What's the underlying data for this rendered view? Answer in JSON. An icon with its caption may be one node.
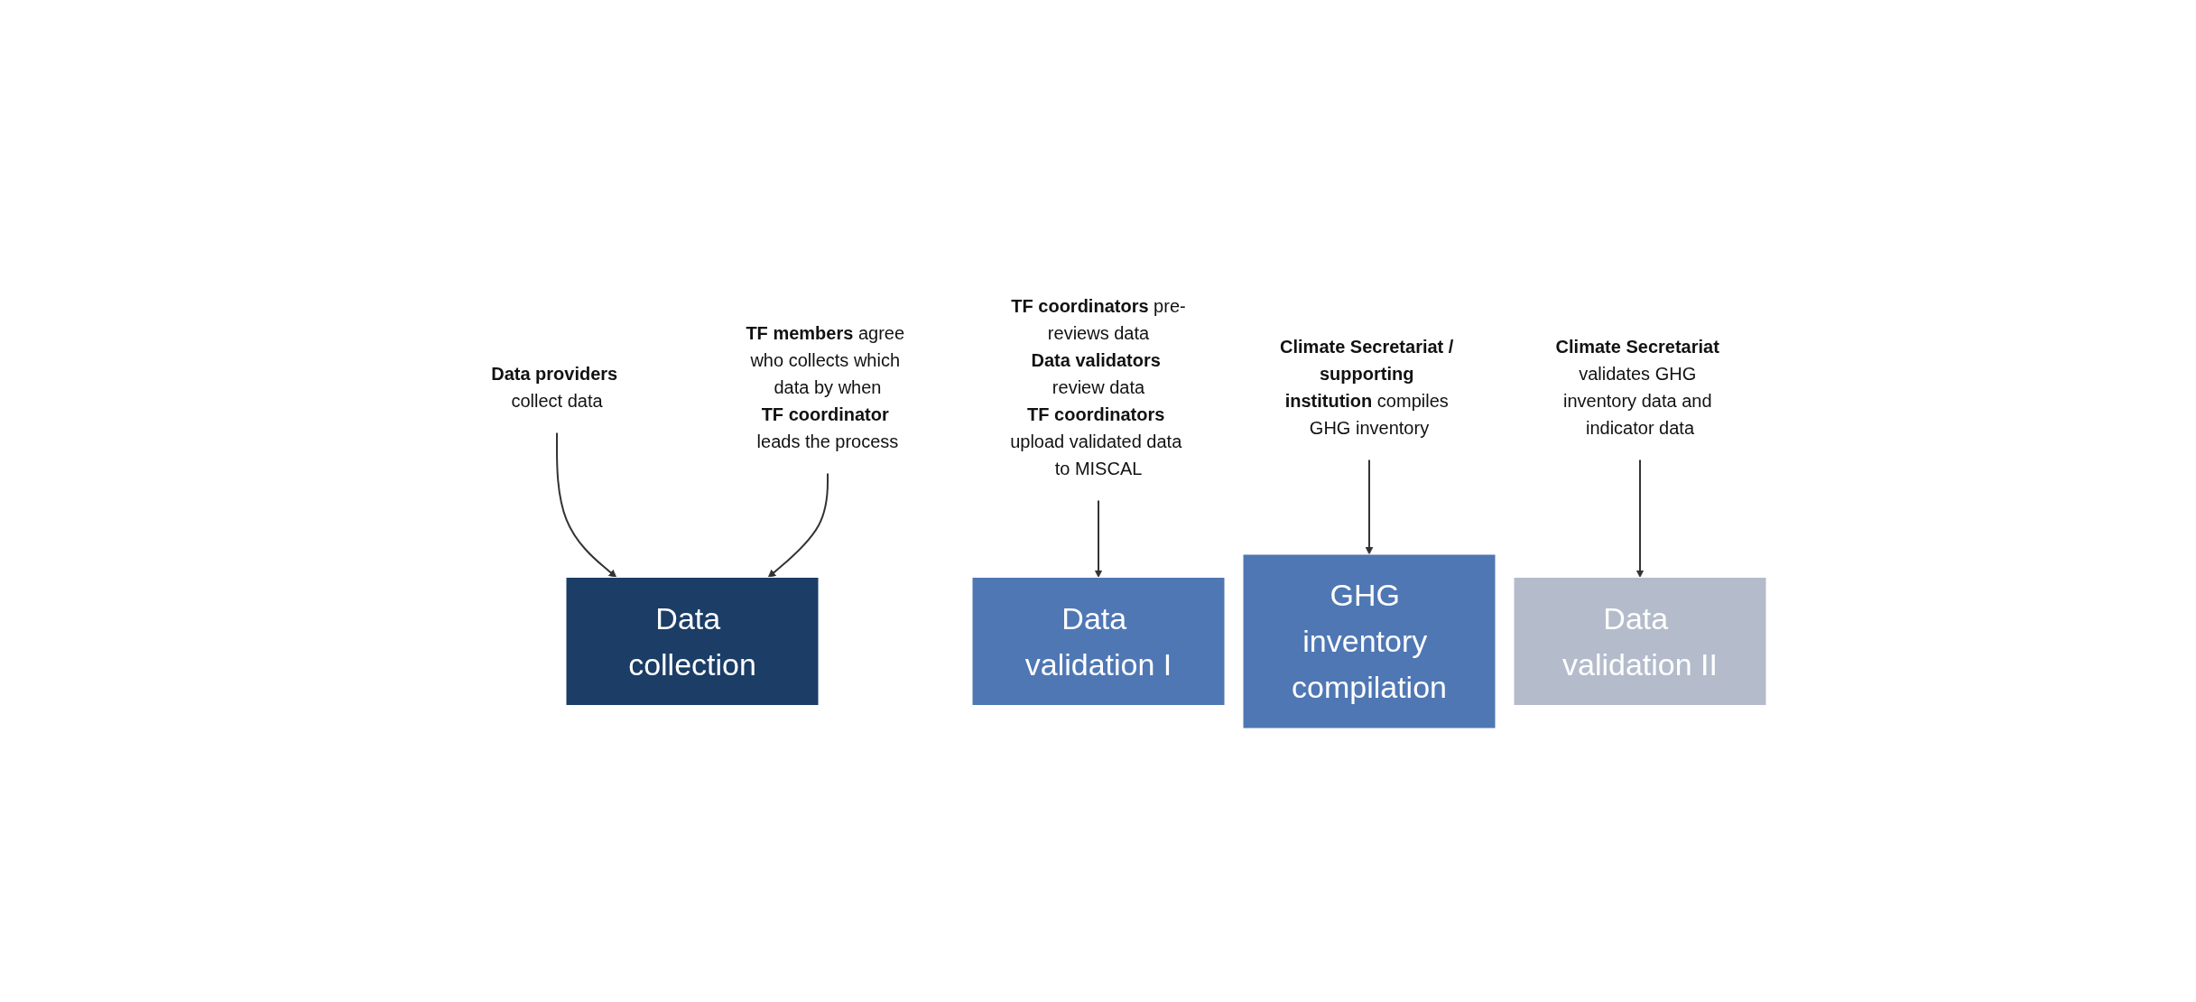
{
  "diagram": {
    "nodes": [
      {
        "text": [
          "Data collection"
        ]
      },
      {
        "text": [
          "Data validation I"
        ]
      },
      {
        "text": [
          "Data validation II"
        ]
      },
      {
        "text": [
          "GHG inventory compilation"
        ]
      },
      {
        "text": [
          "**Data providers** collect data"
        ]
      },
      {
        "text": [
          "**TF coordinators** pre-reviews data",
          "**Data validators** review data",
          "**TF coordinators** upload validated data to MISCAL"
        ]
      },
      {
        "text": [
          "**Climate Secretariat / supporting institution** compiles GHG inventory"
        ]
      },
      {
        "text": [
          "**TF members** agree who collects which data by when",
          "**TF coordinator** leads the process"
        ]
      },
      {
        "text": [
          "**Climate Secretariat** validates GHG inventory data and indicator data"
        ]
      }
    ],
    "edges": [
      {
        "from": 4,
        "to": 0,
        "arrow": "to"
      },
      {
        "from": 5,
        "to": 1,
        "arrow": "to"
      },
      {
        "from": 6,
        "to": 3,
        "arrow": "to"
      },
      {
        "from": 7,
        "to": 0,
        "arrow": "to"
      },
      {
        "from": 8,
        "to": 2,
        "arrow": "to"
      }
    ]
  }
}
